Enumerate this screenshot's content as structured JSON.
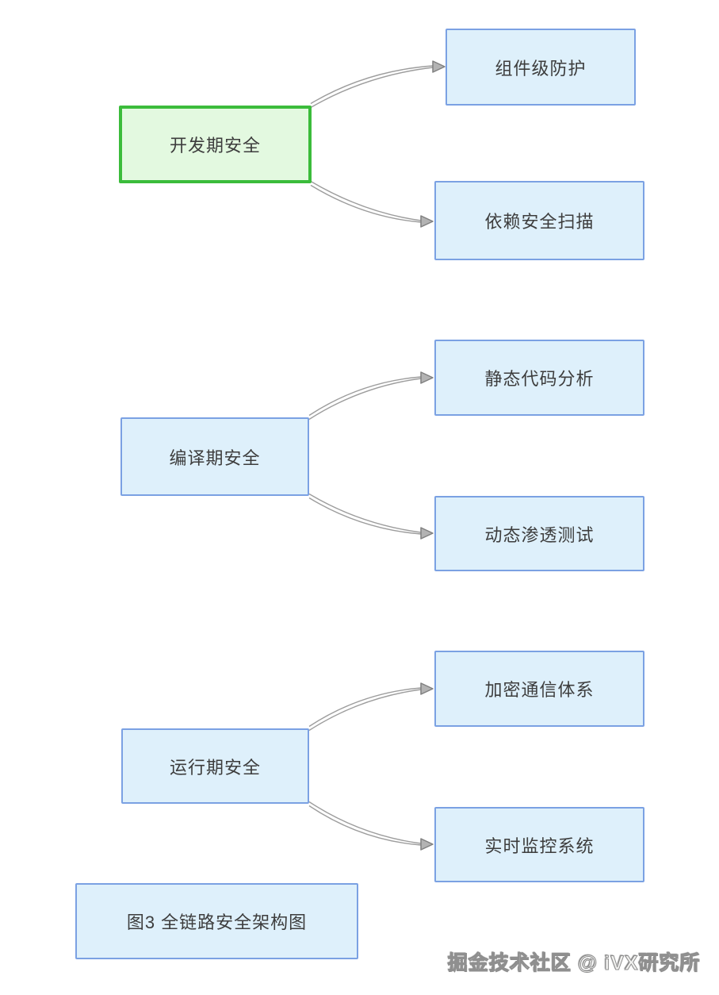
{
  "diagram": {
    "title_hint": "full-link security architecture",
    "sections": [
      {
        "parent": "开发期安全",
        "children": [
          "组件级防护",
          "依赖安全扫描"
        ]
      },
      {
        "parent": "编译期安全",
        "children": [
          "静态代码分析",
          "动态渗透测试"
        ]
      },
      {
        "parent": "运行期安全",
        "children": [
          "加密通信体系",
          "实时监控系统"
        ]
      }
    ],
    "caption": "图3 全链路安全架构图",
    "watermark": "掘金技术社区 @ iVX研究所",
    "colors": {
      "highlight_node_border": "#3bbc3b",
      "highlight_node_fill": "#e3f9e0",
      "node_border": "#7ba1e3",
      "node_fill": "#def0fb",
      "node_text": "#3d3d3d",
      "connector_line": "#9d9d9d",
      "arrowhead_fill": "#b3b3b3",
      "arrowhead_stroke": "#808080",
      "background": "#ffffff"
    }
  }
}
